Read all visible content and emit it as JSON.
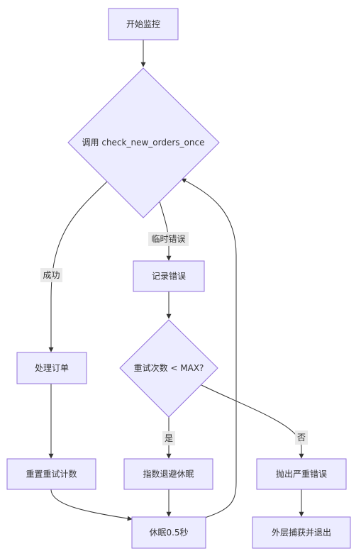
{
  "diagram": {
    "nodes": {
      "start": "开始监控",
      "call": "调用 check_new_orders_once",
      "process": "处理订单",
      "log": "记录错误",
      "retry_check": "重试次数 < MAX?",
      "reset": "重置重试计数",
      "backoff": "指数退避休眠",
      "throw": "抛出严重错误",
      "sleep": "休眠0.5秒",
      "exit": "外层捕获并退出"
    },
    "edge_labels": {
      "success": "成功",
      "temp_error": "临时错误",
      "yes": "是",
      "no": "否"
    }
  }
}
